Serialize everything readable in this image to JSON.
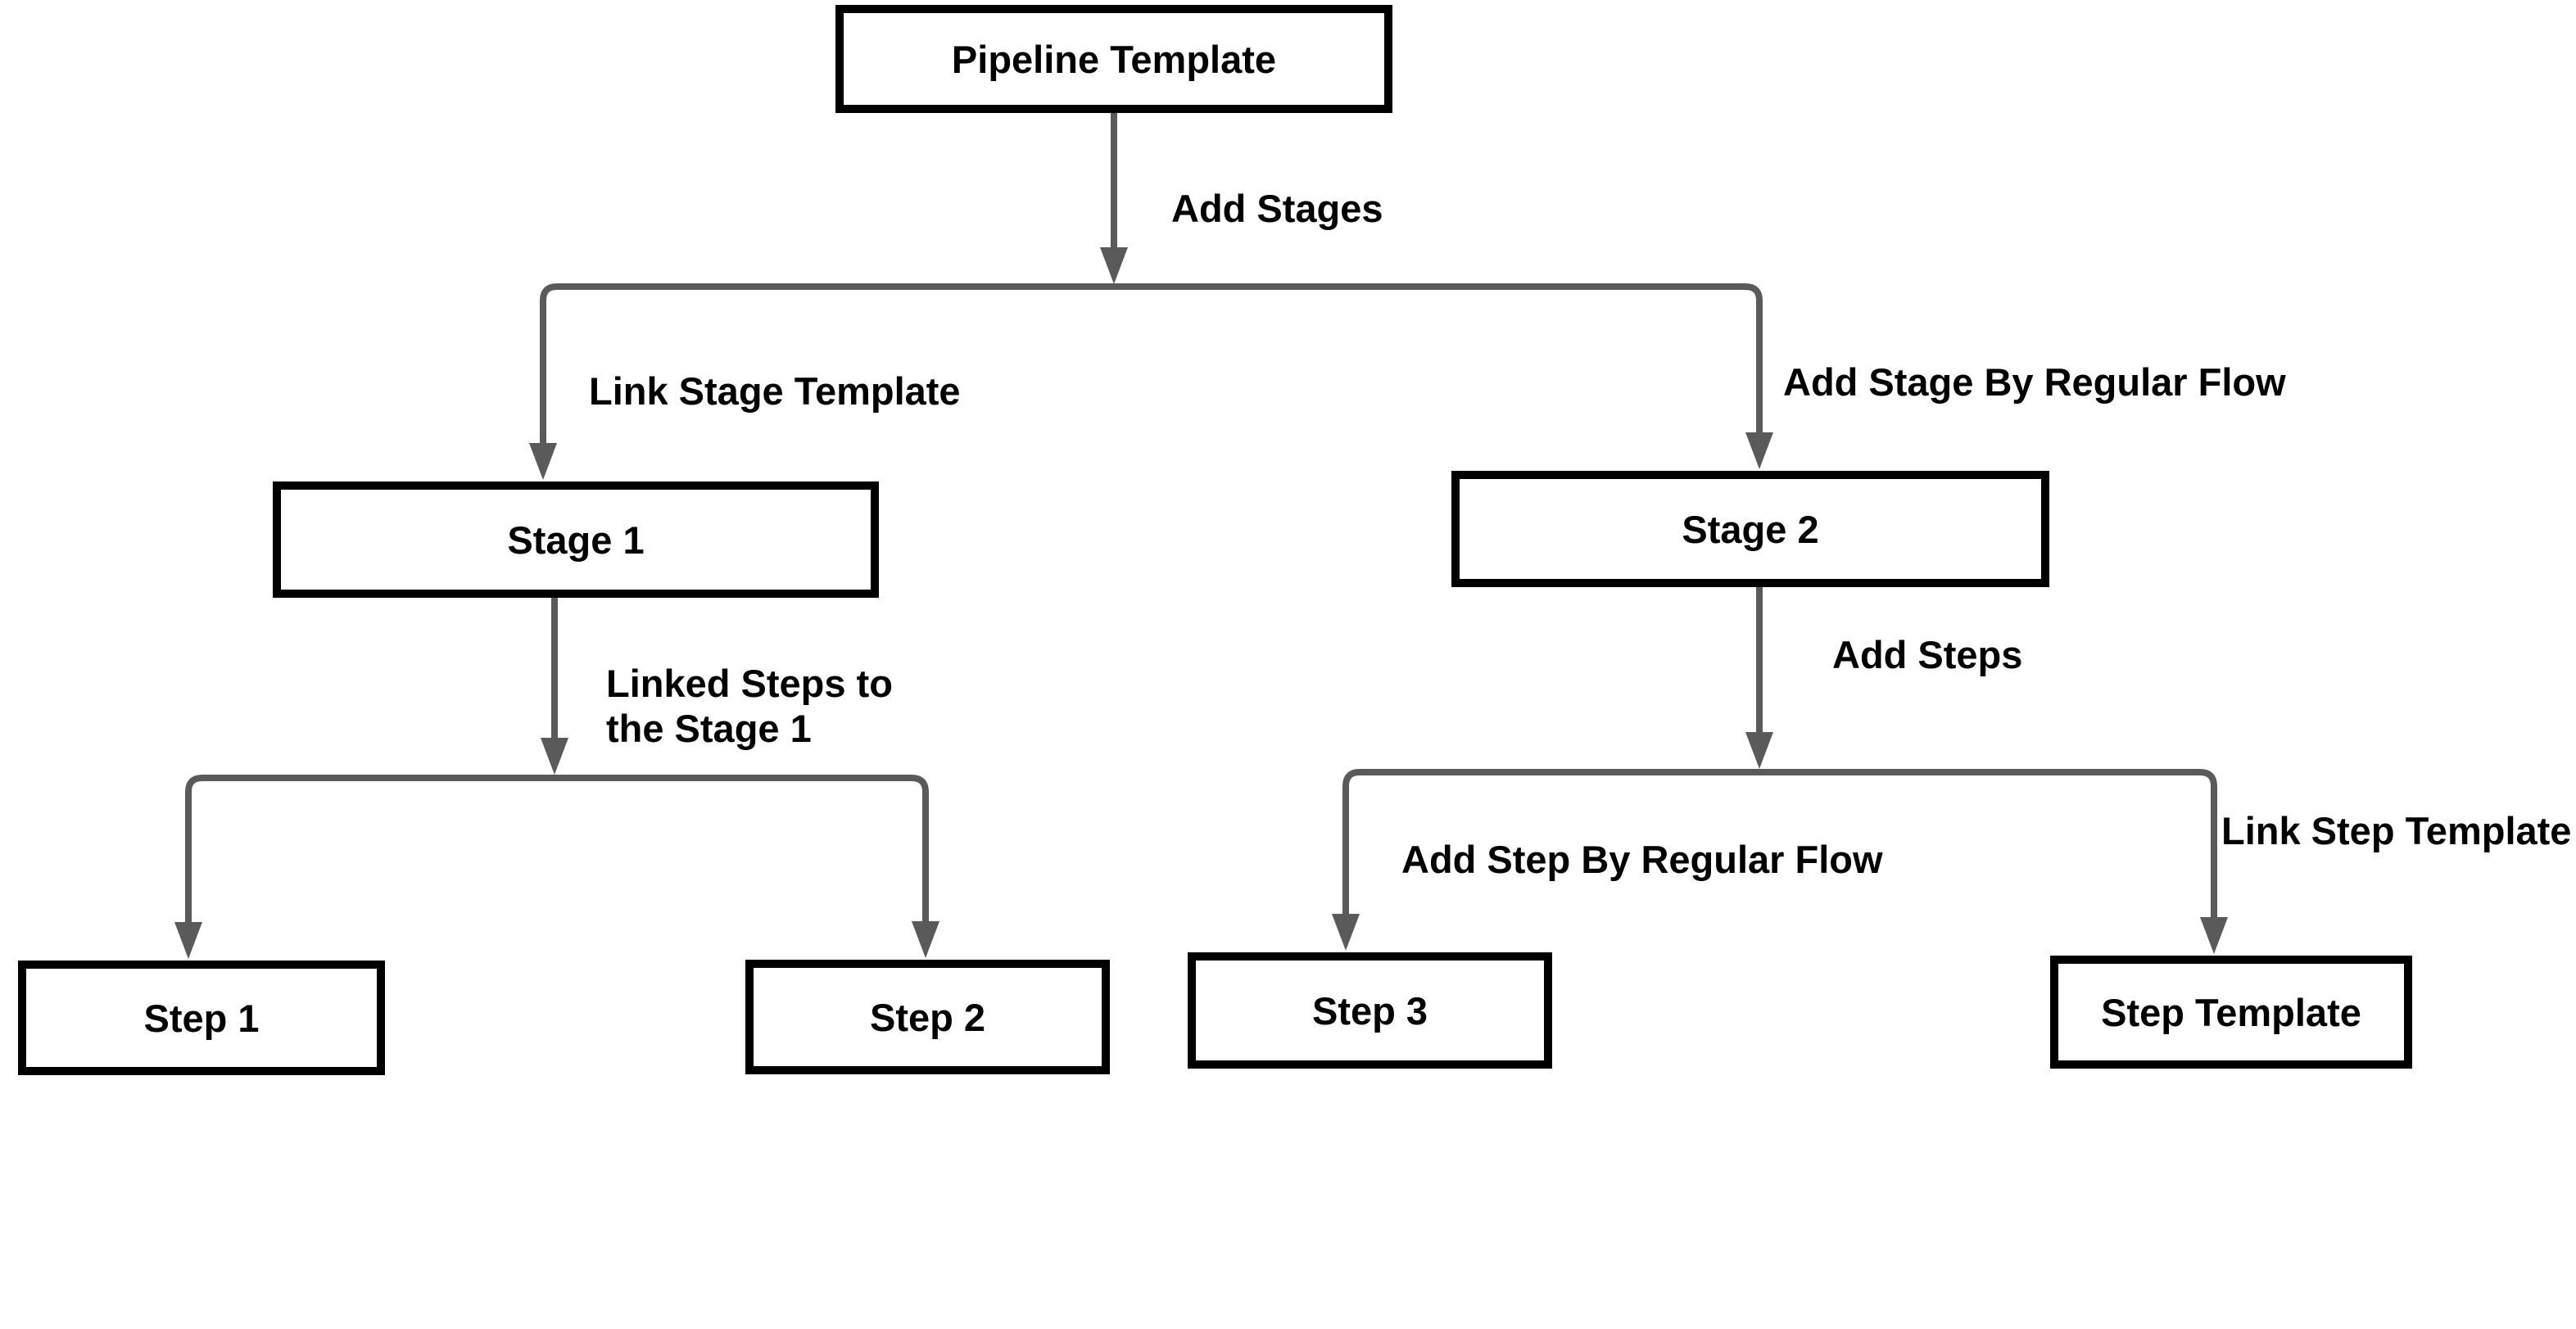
{
  "diagram": {
    "colors": {
      "connector": "#5a5a5a",
      "node_border": "#000000",
      "node_fill": "#ffffff",
      "text": "#000000",
      "background": "#ffffff"
    },
    "nodes": {
      "pipeline_template": "Pipeline Template",
      "stage_1": "Stage 1",
      "stage_2": "Stage 2",
      "step_1": "Step 1",
      "step_2": "Step 2",
      "step_3": "Step 3",
      "step_template": "Step Template"
    },
    "edges": {
      "add_stages": "Add Stages",
      "link_stage_template": "Link Stage Template",
      "add_stage_by_regular_flow": "Add Stage By Regular Flow",
      "linked_steps_line1": "Linked Steps to",
      "linked_steps_line2": "the Stage 1",
      "add_steps": "Add Steps",
      "add_step_by_regular_flow": "Add Step By Regular Flow",
      "link_step_template": "Link Step Template"
    }
  }
}
